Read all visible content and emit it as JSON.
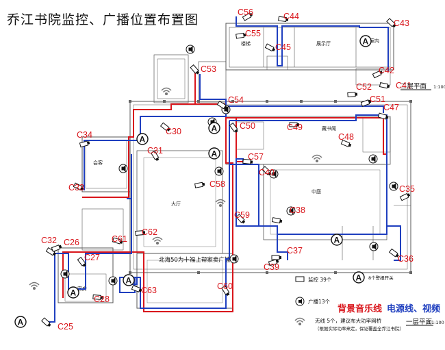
{
  "title": "乔江书院监控、广播位置布置图",
  "plan_labels": {
    "floor2": "二层平面",
    "floor2_scale": "1:100",
    "floor1": "一层平面",
    "floor1_scale": "1:100",
    "hall": "北海50为十福上帮家卖广播区"
  },
  "cameras": [
    {
      "id": "C56"
    },
    {
      "id": "C44"
    },
    {
      "id": "C43"
    },
    {
      "id": "C55"
    },
    {
      "id": "C45"
    },
    {
      "id": "C42"
    },
    {
      "id": "C41"
    },
    {
      "id": "C53"
    },
    {
      "id": "C52"
    },
    {
      "id": "C54"
    },
    {
      "id": "C51"
    },
    {
      "id": "C47"
    },
    {
      "id": "C50"
    },
    {
      "id": "C49"
    },
    {
      "id": "C30"
    },
    {
      "id": "C34"
    },
    {
      "id": "C48"
    },
    {
      "id": "C31"
    },
    {
      "id": "C57"
    },
    {
      "id": "C40"
    },
    {
      "id": "C58"
    },
    {
      "id": "C33"
    },
    {
      "id": "C35"
    },
    {
      "id": "C38"
    },
    {
      "id": "C59"
    },
    {
      "id": "C62"
    },
    {
      "id": "C32"
    },
    {
      "id": "C26"
    },
    {
      "id": "C61"
    },
    {
      "id": "C27"
    },
    {
      "id": "C37"
    },
    {
      "id": "C36"
    },
    {
      "id": "C39"
    },
    {
      "id": "C63"
    },
    {
      "id": "C60"
    },
    {
      "id": "C28"
    },
    {
      "id": "C25"
    }
  ],
  "legend": {
    "camera_text": "监控 39个",
    "alarm_text": "8个警报开关",
    "broadcast_text": "广播13个",
    "wifi_line1": "无线 5个，建议布大功率网桥",
    "wifi_line2": "（根据实际功率来定，保证覆盖全乔江书院）",
    "music_line": "背景音乐线",
    "power_video": "电源线、视频"
  },
  "colors": {
    "camera_label": "#d9151b",
    "music_line": "#d9151b",
    "power_video_line": "#1f3fbf",
    "wall": "#555555"
  }
}
